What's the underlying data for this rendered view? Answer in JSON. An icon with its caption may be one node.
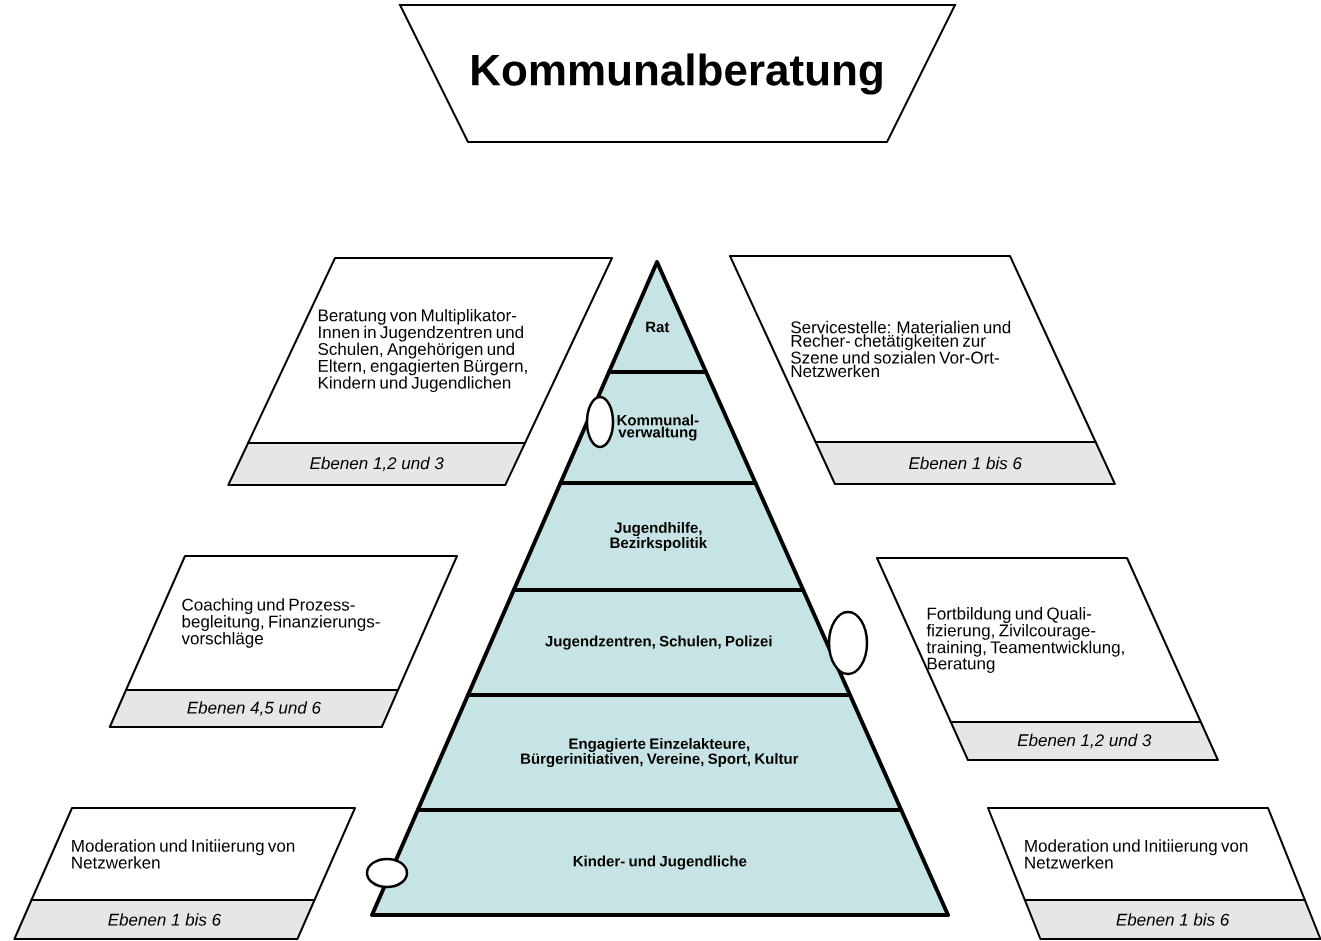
{
  "diagram": {
    "nodes": [
      {
        "text": [
          "Kommunalberatung"
        ]
      },
      {
        "text": [
          "Rat"
        ]
      },
      {
        "text": [
          "Kommunal- verwaltung"
        ]
      },
      {
        "text": [
          "Jugendhilfe, Bezirkspolitik"
        ]
      },
      {
        "text": [
          "Jugendzentren, Schulen, Polizei"
        ]
      },
      {
        "text": [
          "Engagierte Einzelakteure, Bürgerinitiativen, Vereine, Sport, Kultur"
        ]
      },
      {
        "text": [
          "Kinder- und Jugendliche"
        ]
      },
      {
        "text": [
          "Beratung von Multiplikator- Innen in Jugendzentren und Schulen, Angehörigen und Eltern, engagierten Bürgern, Kindern und Jugendlichen",
          "Ebenen 1,2 und 3"
        ]
      },
      {
        "text": [
          "Servicestelle: Materialien und Recher- chetätigkeiten zur Szene und sozialen Vor-Ort- Netzwerken",
          "Ebenen 1 bis 6"
        ]
      },
      {
        "text": [
          "Coaching und Prozess- begleitung, Finanzierungs- vorschläge",
          "Ebenen 4,5 und 6"
        ]
      },
      {
        "text": [
          "Fortbildung und Quali- fizierung, Zivilcourage- training, Teamentwicklung, Beratung",
          "Ebenen 1,2 und 3"
        ]
      },
      {
        "text": [
          "Moderation und Initiierung von Netzwerken",
          "Ebenen 1 bis 6"
        ]
      },
      {
        "text": [
          "Moderation und Initiierung von Netzwerken",
          "Ebenen 1 bis 6"
        ]
      }
    ]
  }
}
